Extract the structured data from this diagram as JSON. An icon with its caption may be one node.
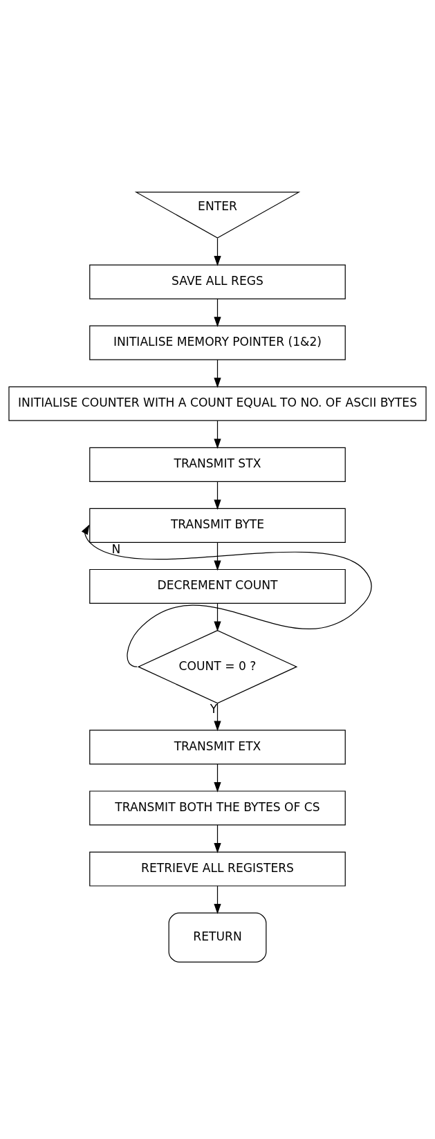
{
  "diagram": {
    "nodes": [
      {
        "text": [
          "ENTER"
        ]
      },
      {
        "text": [
          "SAVE ALL REGS"
        ]
      },
      {
        "text": [
          "INITIALISE MEMORY POINTER (1&2)"
        ]
      },
      {
        "text": [
          "INITIALISE COUNTER WITH A COUNT EQUAL TO NO. OF ASCII BYTES"
        ]
      },
      {
        "text": [
          "TRANSMIT STX"
        ]
      },
      {
        "text": [
          "TRANSMIT BYTE"
        ]
      },
      {
        "text": [
          "DECREMENT COUNT"
        ]
      },
      {
        "text": [
          "COUNT = 0 ?"
        ]
      },
      {
        "text": [
          "TRANSMIT ETX"
        ]
      },
      {
        "text": [
          "TRANSMIT BOTH THE BYTES OF CS"
        ]
      },
      {
        "text": [
          "RETRIEVE ALL REGISTERS"
        ]
      },
      {
        "text": [
          "RETURN"
        ]
      }
    ],
    "edges": [
      {
        "from": 0,
        "to": 1,
        "arrow": "to"
      },
      {
        "from": 1,
        "to": 2,
        "arrow": "to"
      },
      {
        "from": 2,
        "to": 3,
        "arrow": "to"
      },
      {
        "from": 3,
        "to": 4,
        "arrow": "to"
      },
      {
        "from": 4,
        "to": 5,
        "arrow": "to"
      },
      {
        "from": 5,
        "to": 6,
        "arrow": "to"
      },
      {
        "from": 6,
        "to": 7,
        "arrow": "to"
      },
      {
        "from": 7,
        "to": 5,
        "arrow": "to",
        "label": "N"
      },
      {
        "from": 7,
        "to": 8,
        "arrow": "to",
        "label": "Y"
      },
      {
        "from": 8,
        "to": 9,
        "arrow": "to"
      },
      {
        "from": 9,
        "to": 10,
        "arrow": "to"
      },
      {
        "from": 10,
        "to": 11,
        "arrow": "to"
      }
    ]
  }
}
